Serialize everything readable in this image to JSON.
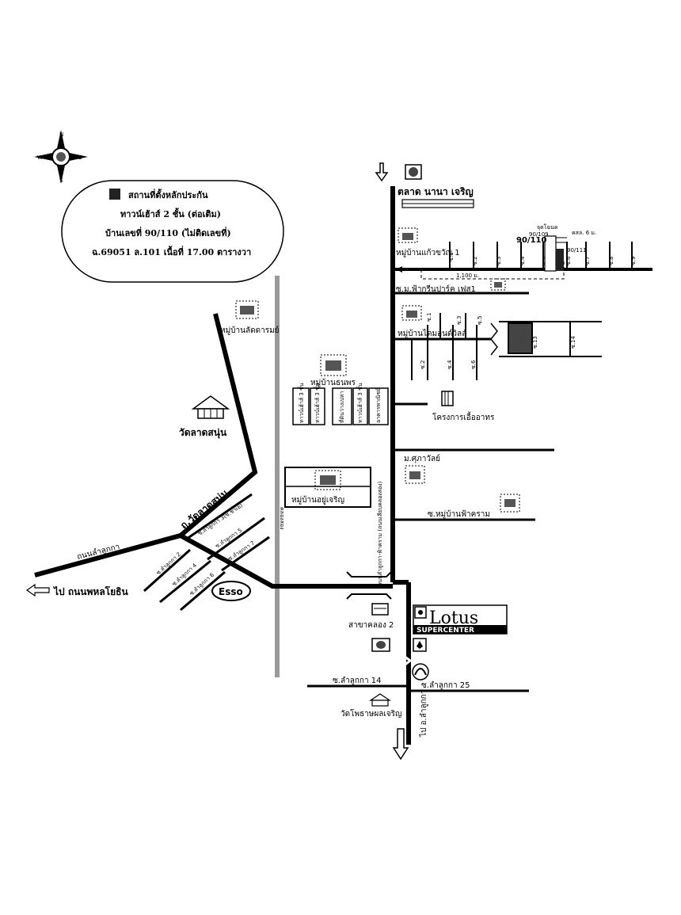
{
  "compass": {
    "north": "N",
    "south": "S",
    "east": "E",
    "west": "W"
  },
  "info_box": {
    "line1": "สถานที่ตั้งหลักประกัน",
    "line2": "ทาวน์เฮ้าส์ 2 ชั้น (ต่อเติม)",
    "line3": "บ้านเลขที่ 90/110 (ไม่ติดเลขที่)",
    "line4": "ฉ.69051 ล.101 เนื้อที่ 17.00 ตารางวา"
  },
  "labels": {
    "market": "ตลาด นานา เจริญ",
    "village_kaew": "หมู่บ้านแก้วขวัญ 1",
    "house_a": "90/109",
    "house_b": "90/110",
    "house_c": "90/111",
    "survey_point": "จุดโฉนด",
    "road_width": "คสล. 6 ม.",
    "distance": "1,100 ม.",
    "soi_fa_green": "ซ.ม.ฟ้ากรีนปาร์ค เฟส1",
    "village_diamond": "หมู่บ้านไดมอนด์วิลล์",
    "village_lat_lo": "หมู่บ้านลัดดารมย์",
    "wat_lat_sanun": "วัดลาดสนุ่น",
    "village_thanaphon": "หมู่บ้านธนพร",
    "project_uea": "โครงการเอื้ออาทร",
    "mu_suphawan": "ม.ศุภาวัลย์",
    "soi_fa_kram": "ซ.หมู่บ้านฟ้าคราม",
    "village_yu_charoen": "หมู่บ้านอยู่เจริญ",
    "main_road": "ถนนลำลูกกา-ฟ้าคราม (ถนนเลียบคลองสอง)",
    "canal": "คลองสอง",
    "rd_wat_lat_sanun": "ถ.วัดลาดสนุ่น",
    "rd_lamlukka": "ถนนลำลูกกา",
    "to_phahon": "ไป ถนนพหลโยธิน",
    "esso": "Esso",
    "branch_klong2": "สาขาคลอง 2",
    "lotus": "Lotus",
    "lotus_sub": "SUPERCENTER",
    "soi_14": "ซ.ลำลูกกา 14",
    "soi_25": "ซ.ลำลูกกา 25",
    "wat_phot": "วัดโพธาษผลเจริญ",
    "to_lamlukka": "ไป อ.ลำลูกกา",
    "soi_l2": "ซ.ลำลูกกา 2",
    "soi_l3": "ซ.ลำลูกกา 3(ซ.ชาเย)",
    "soi_l4": "ซ.ลำลูกกา 4",
    "soi_l5": "ซ.ลำลูกกา 5",
    "soi_l6": "ซ.ลำลูกกา 6",
    "soi_l7": "ซ.ลำลูกกา 7",
    "shop_3floor": "ทาวน์เฮ้าส์ 3 ชั้น",
    "empty_land": "ที่ดินว่างเปล่า",
    "commercial": "อาคารพาณิชย์",
    "soi_top": [
      "ซ.1",
      "ซ.2",
      "ซ.3",
      "ซ.4",
      "ซ.5",
      "ซ.6",
      "ซ.7",
      "ซ.8",
      "ซ.9"
    ],
    "soi_mid": [
      "ซ.1",
      "ซ.2",
      "ซ.3",
      "ซ.4",
      "ซ.5",
      "ซ.6"
    ],
    "soi_14_label": "ซ.14",
    "soi_13_label": "ซ.13"
  }
}
